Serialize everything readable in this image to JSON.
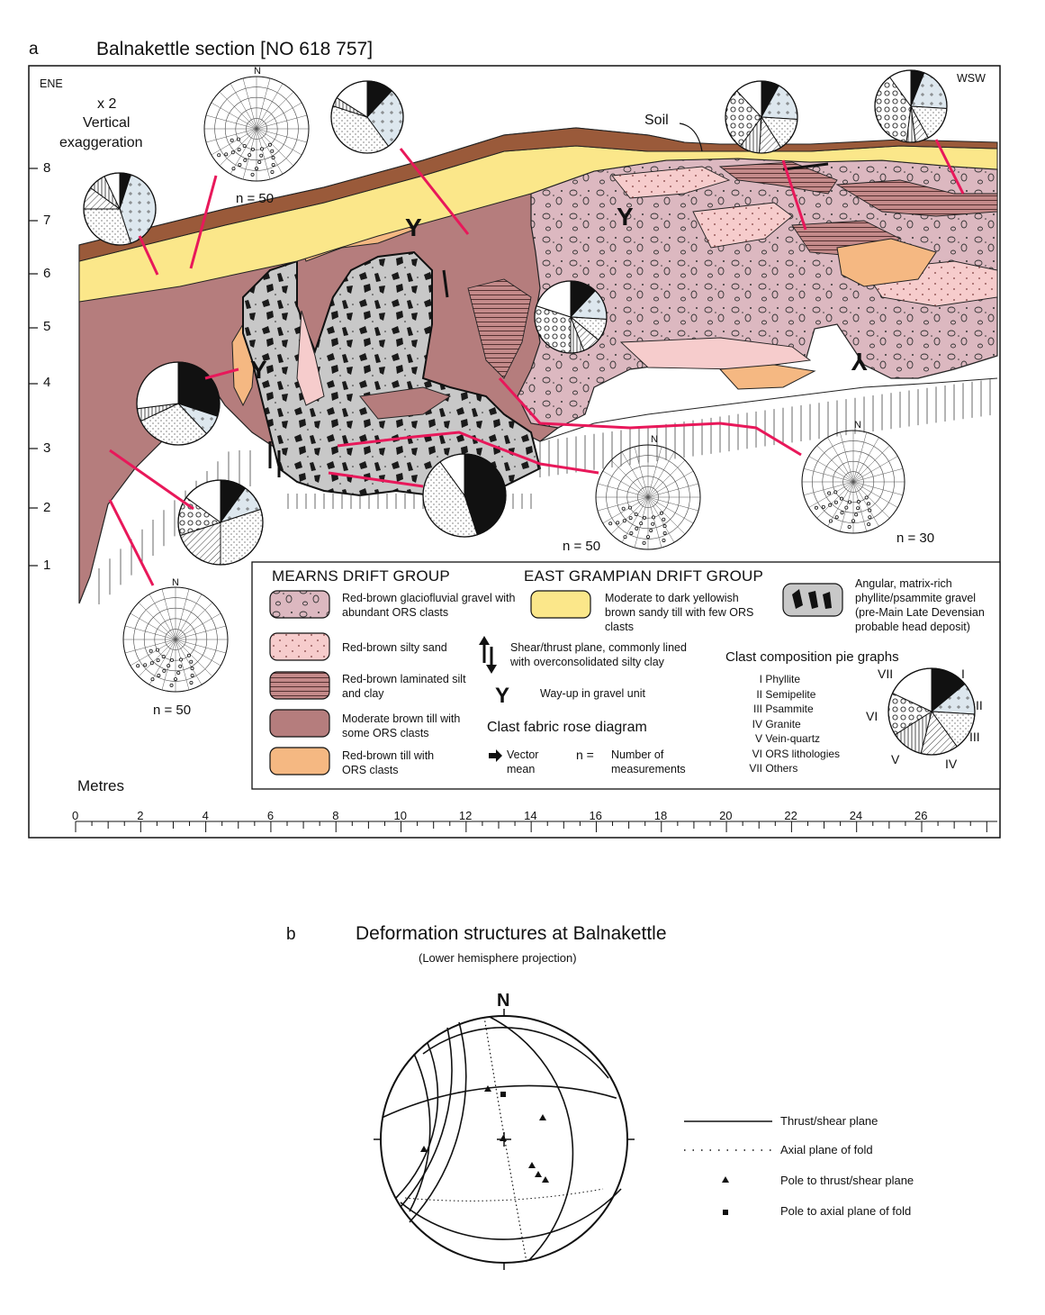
{
  "panel_a": {
    "letter": "a",
    "title": "Balnakettle section [NO 618 757]",
    "orient_left": "ENE",
    "orient_right": "WSW",
    "exaggeration": [
      "x 2",
      "Vertical",
      "exaggeration"
    ],
    "soil_label": "Soil",
    "y_axis_ticks": [
      "1",
      "2",
      "3",
      "4",
      "5",
      "6",
      "7",
      "8"
    ],
    "x_axis_label": "Metres",
    "x_axis_ticks": [
      "0",
      "2",
      "4",
      "6",
      "8",
      "10",
      "12",
      "14",
      "16",
      "18",
      "20",
      "22",
      "24",
      "26"
    ],
    "rose_diagrams": [
      {
        "n_label": "n = 50",
        "north": "N"
      },
      {
        "n_label": "n = 50",
        "north": "N"
      },
      {
        "n_label": "n = 30",
        "north": "N"
      },
      {
        "n_label": "n = 50",
        "north": "N"
      }
    ]
  },
  "legend": {
    "mearns_heading": "MEARNS DRIFT GROUP",
    "east_heading": "EAST GRAMPIAN  DRIFT GROUP",
    "items": {
      "gravel": "Red-brown glaciofluvial gravel with abundant ORS clasts",
      "silty_sand": "Red-brown silty sand",
      "laminated": "Red-brown laminated silt and clay",
      "brown_till": "Moderate brown till with some ORS clasts",
      "orange_till": "Red-brown till with ORS clasts",
      "yellow_till": "Moderate to dark yellowish brown sandy  till with few ORS clasts",
      "angular_gravel": "Angular, matrix-rich phyllite/psammite gravel (pre-Main Late Devensian probable head deposit)",
      "shear": "Shear/thrust plane, commonly lined with overconsolidated silty clay",
      "wayup": "Way-up in gravel unit"
    },
    "rose_heading": "Clast fabric rose diagram",
    "vector_mean": "Vector mean",
    "n_eq": "n =",
    "n_meaning": "Number of measurements",
    "pie_heading": "Clast composition pie graphs",
    "pie_classes": [
      {
        "num": "I",
        "name": "Phyllite"
      },
      {
        "num": "II",
        "name": "Semipelite"
      },
      {
        "num": "III",
        "name": "Psammite"
      },
      {
        "num": "IV",
        "name": "Granite"
      },
      {
        "num": "V",
        "name": "Vein-quartz"
      },
      {
        "num": "VI",
        "name": "ORS lithologies"
      },
      {
        "num": "VII",
        "name": "Others"
      }
    ]
  },
  "colors": {
    "gravel": "#dcb8c0",
    "silty_sand": "#f6cccc",
    "laminated": "#c48a8a",
    "brown_till": "#b57d7d",
    "orange_till": "#f5b882",
    "yellow_till": "#fbe78a",
    "angular_gravel": "#c8c8c8",
    "soil": "#9a5a3a",
    "fabric_line": "#e8185a",
    "pie_light": "#dde7ee"
  },
  "panel_b": {
    "letter": "b",
    "title": "Deformation structures at Balnakettle",
    "subtitle": "(Lower hemisphere projection)",
    "north": "N",
    "legend": {
      "thrust_plane": "Thrust/shear plane",
      "axial_plane": "Axial plane of fold",
      "pole_thrust": "Pole to thrust/shear plane",
      "pole_axial": "Pole to axial plane of fold"
    }
  }
}
